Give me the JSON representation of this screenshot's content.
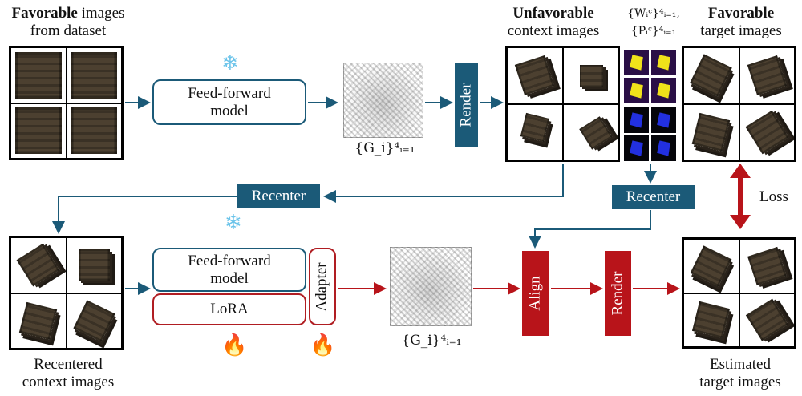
{
  "labels": {
    "favorable_from_dataset_bold": "Favorable",
    "favorable_from_dataset_rest": " images",
    "favorable_from_dataset_line2": "from dataset",
    "unfavorable_bold": "Unfavorable",
    "unfavorable_line2": "context images",
    "favorable_target_bold": "Favorable",
    "favorable_target_line2": "target images",
    "recentered_line1": "Recentered",
    "recentered_line2": "context images",
    "estimated_line1": "Estimated",
    "estimated_line2": "target images",
    "gaussians_top": "{G_i}⁴ᵢ₌₁",
    "gaussians_bottom": "{G_i}⁴ᵢ₌₁",
    "wp_line1": "{Wᵢᶜ}⁴ᵢ₌₁,",
    "wp_line2": "{Pᵢᶜ}⁴ᵢ₌₁"
  },
  "blocks": {
    "feed_forward_top": "Feed-forward model",
    "feed_forward_bottom": "Feed-forward model",
    "lora": "LoRA",
    "adapter": "Adapter",
    "render_top": "Render",
    "render_bottom": "Render",
    "align": "Align",
    "recenter_left": "Recenter",
    "recenter_right": "Recenter",
    "loss": "Loss"
  },
  "icons": {
    "frozen": "snowflake-icon",
    "trainable": "fire-icon"
  },
  "colors": {
    "blue_path": "#1b5a78",
    "red_path": "#b8141a"
  }
}
